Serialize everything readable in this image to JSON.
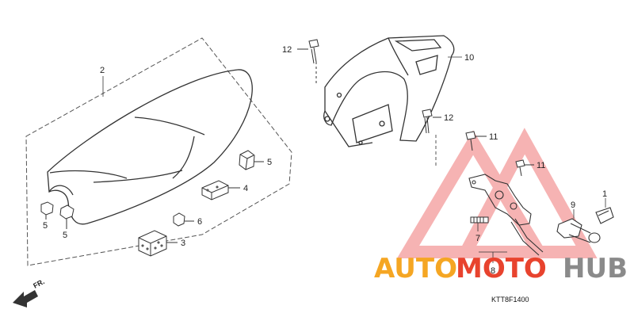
{
  "diagram": {
    "callouts": {
      "seat": "2",
      "cushion_right": "5",
      "cushion_left_a": "5",
      "cushion_left_b": "5",
      "rubber_4": "4",
      "rubber_6": "6",
      "rubber_3": "3",
      "bolt_top": "12",
      "bolt_mid": "12",
      "grab_rail": "10",
      "bolt_11a": "11",
      "bolt_11b": "11",
      "key_cylinder": "9",
      "clip": "1",
      "spring_7": "7",
      "lock_assembly": "8"
    },
    "front_arrow_label": "FR.",
    "diagram_code": "KTT8F1400"
  },
  "watermark": {
    "part1": "AUTO",
    "part2": "MOTO",
    "part3": "HUB",
    "colors": {
      "orange": "#f5a623",
      "red": "#e8432e",
      "gray": "#8a8a8a",
      "triangle": "#f08f8f"
    }
  }
}
